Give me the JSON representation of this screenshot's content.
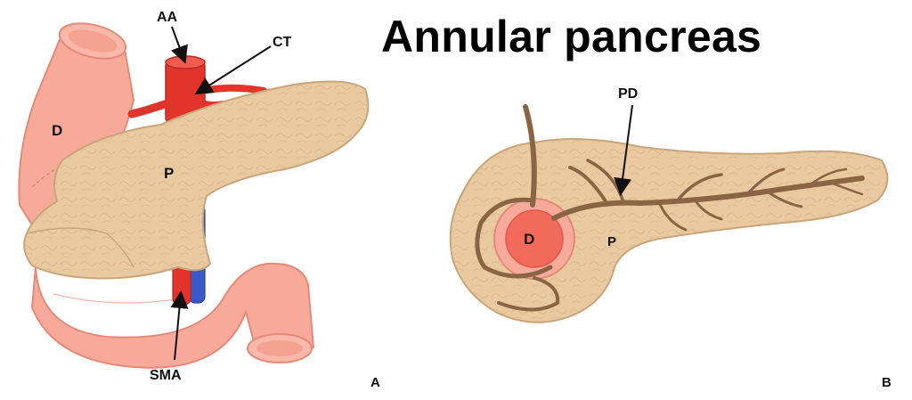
{
  "title": "Annular pancreas",
  "panel_a": {
    "panel_letter": "A",
    "labels": {
      "aa": "AA",
      "ct": "CT",
      "duodenum": "D",
      "pancreas": "P",
      "sma": "SMA"
    }
  },
  "panel_b": {
    "panel_letter": "B",
    "labels": {
      "pd": "PD",
      "duodenum": "D",
      "pancreas": "P"
    }
  },
  "colors": {
    "pancreas": "#e8c9a0",
    "pancreas_outline": "#c9a57a",
    "duodenum": "#f7a99a",
    "duodenum_outline": "#e58a78",
    "artery": "#e3342b",
    "vein": "#3a59c8",
    "duct": "#8a6544",
    "arrow": "#111111"
  }
}
